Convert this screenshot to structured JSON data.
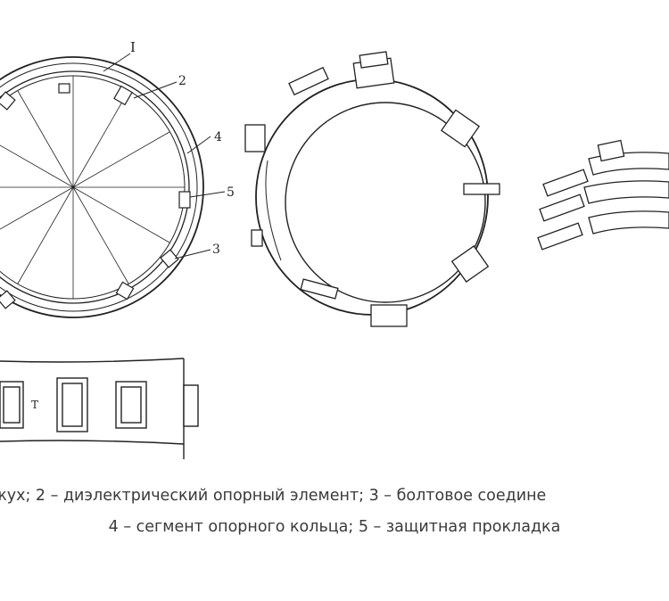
{
  "callouts": {
    "c1": "I",
    "c2": "2",
    "c3": "3",
    "c4": "4",
    "c5": "5"
  },
  "bottom_label": "T",
  "caption": {
    "line1": "жух; 2 – диэлектрический опорный элемент; 3 – болтовое соедине",
    "line2": "4 – сегмент опорного кольца; 5 – защитная прокладка"
  }
}
